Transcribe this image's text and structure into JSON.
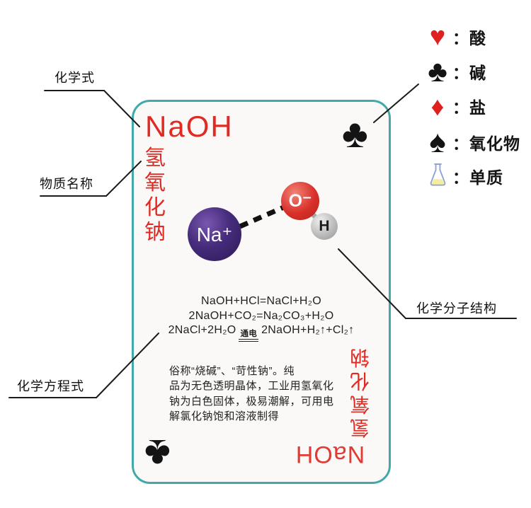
{
  "colors": {
    "card_border": "#43a8a8",
    "red_text": "#e02b24",
    "suit_red": "#e01f1f",
    "suit_black": "#141414",
    "na_sphere": "#462c7c",
    "o_sphere": "#d93029",
    "h_sphere": "#b7b7b7",
    "flask_liquid": "#f6ee9c"
  },
  "legend": {
    "items": [
      {
        "icon": "heart-suit-icon",
        "glyph": "♥",
        "label": "：酸"
      },
      {
        "icon": "club-suit-icon",
        "glyph": "♣",
        "label": "：碱"
      },
      {
        "icon": "diamond-suit-icon",
        "glyph": "♦",
        "label": "：盐"
      },
      {
        "icon": "spade-suit-icon",
        "glyph": "♠",
        "label": "：氧化物"
      },
      {
        "icon": "flask-icon",
        "glyph": "",
        "label": "：单质"
      }
    ]
  },
  "annotations": {
    "formula_label": "化学式",
    "name_label": "物质名称",
    "equation_label": "化学方程式",
    "structure_label": "化学分子结构"
  },
  "card": {
    "formula": "NaOH",
    "name": "氢氧化钠",
    "suit": "♣",
    "molecule": {
      "na": "Na⁺",
      "o": "O⁻",
      "h": "H"
    },
    "equations": {
      "eq1": "NaOH+HCl=NaCl+H₂O",
      "eq2": "2NaOH+CO₂=Na₂CO₃+H₂O",
      "eq3_left": "2NaCl+2H₂O",
      "eq3_condition": "通电",
      "eq3_right": "2NaOH+H₂↑+Cl₂↑"
    },
    "description_lines": [
      "俗称“烧碱”、“苛性钠”。纯",
      "品为无色透明晶体，工业用氢氧化",
      "钠为白色固体，极易潮解，可用电",
      "解氯化钠饱和溶液制得"
    ]
  }
}
